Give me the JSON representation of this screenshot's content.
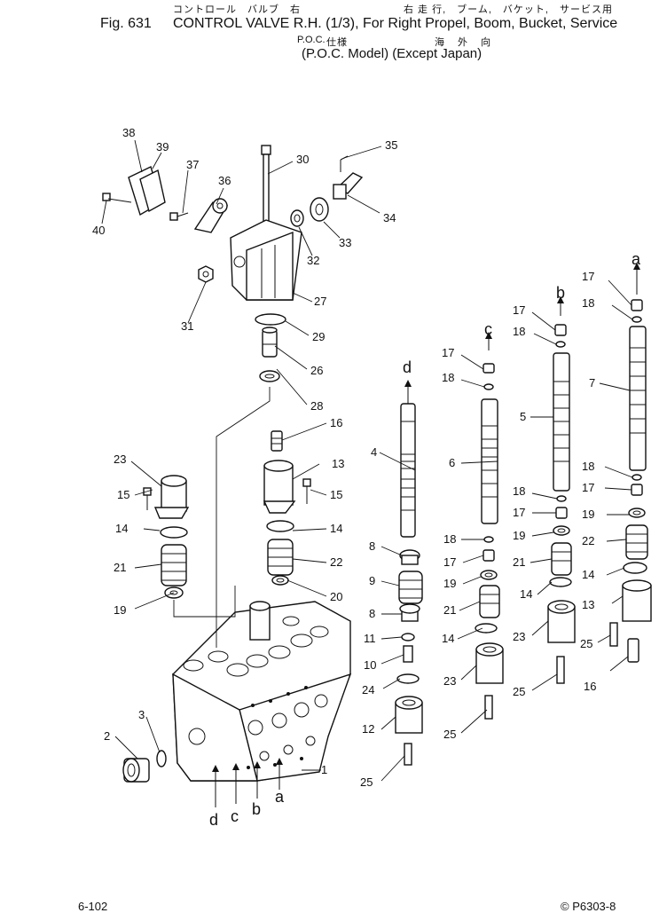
{
  "header": {
    "jp_line1": "コントロール　バルブ　右",
    "jp_line1b": "右 走 行,　ブーム,　バケット,　サービス用",
    "figure": "Fig. 631",
    "title": "CONTROL VALVE R.H. (1/3), For Right Propel, Boom, Bucket, Service",
    "poc": "P.O.C.",
    "poc_jp": "仕様",
    "export_jp": "海 外 向",
    "subtitle": "(P.O.C. Model) (Except Japan)"
  },
  "footer": {
    "left": "6-102",
    "right": "© P6303-8"
  },
  "callouts": {
    "n1": "1",
    "n2": "2",
    "n3": "3",
    "n4": "4",
    "n5": "5",
    "n6": "6",
    "n7": "7",
    "n8a": "8",
    "n8b": "8",
    "n9": "9",
    "n10": "10",
    "n11": "11",
    "n12": "12",
    "n13a": "13",
    "n13b": "13",
    "n14a": "14",
    "n14b": "14",
    "n14c": "14",
    "n14d": "14",
    "n14e": "14",
    "n15a": "15",
    "n15b": "15",
    "n16a": "16",
    "n16b": "16",
    "n17a": "17",
    "n17b": "17",
    "n17c": "17",
    "n17d": "17",
    "n17e": "17",
    "n17f": "17",
    "n18a": "18",
    "n18b": "18",
    "n18c": "18",
    "n18d": "18",
    "n18e": "18",
    "n18f": "18",
    "n19a": "19",
    "n19b": "19",
    "n19c": "19",
    "n19d": "19",
    "n20": "20",
    "n21a": "21",
    "n21b": "21",
    "n21c": "21",
    "n22a": "22",
    "n22b": "22",
    "n23a": "23",
    "n23b": "23",
    "n23c": "23",
    "n24": "24",
    "n25a": "25",
    "n25b": "25",
    "n25c": "25",
    "n25d": "25",
    "n26": "26",
    "n27": "27",
    "n28": "28",
    "n29": "29",
    "n30": "30",
    "n31": "31",
    "n32": "32",
    "n33": "33",
    "n34": "34",
    "n35": "35",
    "n36": "36",
    "n37": "37",
    "n38": "38",
    "n39": "39",
    "n40": "40"
  },
  "port_letters": {
    "a_top": "a",
    "b_top": "b",
    "c_top": "c",
    "d_top": "d",
    "a_bot": "a",
    "b_bot": "b",
    "c_bot": "c",
    "d_bot": "d"
  }
}
